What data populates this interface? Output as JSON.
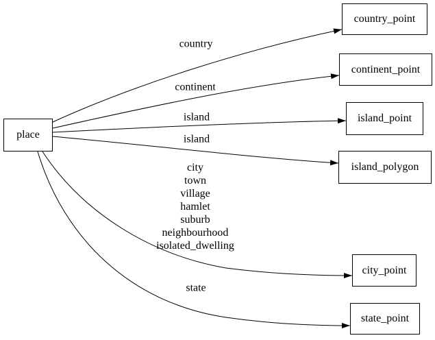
{
  "diagram": {
    "type": "directed-graph",
    "nodes": [
      {
        "id": "place",
        "label": "place"
      },
      {
        "id": "country_point",
        "label": "country_point"
      },
      {
        "id": "continent_point",
        "label": "continent_point"
      },
      {
        "id": "island_point",
        "label": "island_point"
      },
      {
        "id": "island_polygon",
        "label": "island_polygon"
      },
      {
        "id": "city_point",
        "label": "city_point"
      },
      {
        "id": "state_point",
        "label": "state_point"
      }
    ],
    "edges": [
      {
        "from": "place",
        "to": "country_point",
        "label": "country"
      },
      {
        "from": "place",
        "to": "continent_point",
        "label": "continent"
      },
      {
        "from": "place",
        "to": "island_point",
        "label": "island"
      },
      {
        "from": "place",
        "to": "island_polygon",
        "label": "island"
      },
      {
        "from": "place",
        "to": "city_point",
        "label_lines": [
          "city",
          "town",
          "village",
          "hamlet",
          "suburb",
          "neighbourhood",
          "isolated_dwelling"
        ]
      },
      {
        "from": "place",
        "to": "state_point",
        "label": "state"
      }
    ],
    "colors": {
      "background": "#ffffff",
      "stroke": "#000000",
      "node_fill": "#ffffff",
      "text": "#000000"
    }
  }
}
